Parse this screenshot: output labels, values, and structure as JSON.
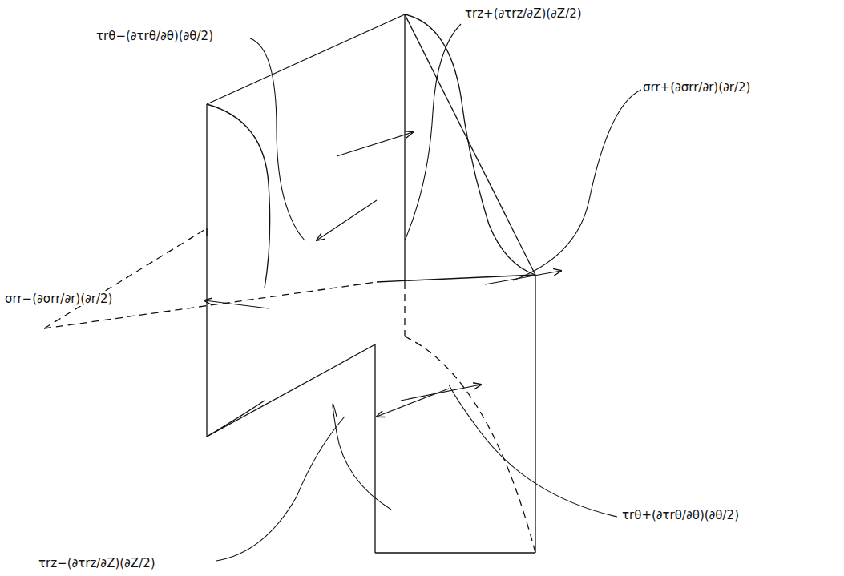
{
  "diagram": {
    "labels": [
      "τrθ−(∂τrθ/∂θ)(∂θ/2)",
      "τrz+(∂τrz/∂Z)(∂Z/2)",
      "σrr+(∂σrr/∂r)(∂r/2)",
      "σrr−(∂σrr/∂r)(∂r/2)",
      "τrθ+(∂τrθ/∂θ)(∂θ/2)",
      "τrz−(∂τrz/∂Z)(∂Z/2)"
    ]
  }
}
